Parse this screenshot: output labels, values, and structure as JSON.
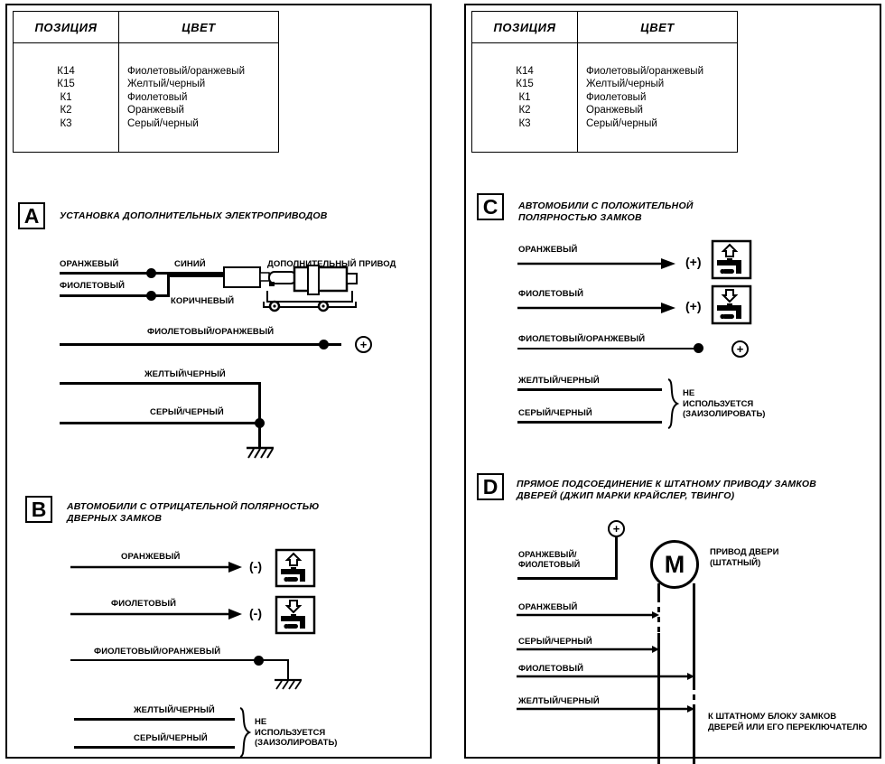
{
  "table": {
    "headers": [
      "ПОЗИЦИЯ",
      "ЦВЕТ"
    ],
    "rows": [
      {
        "position": "К14",
        "color": "Фиолетовый/оранжевый"
      },
      {
        "position": "К15",
        "color": "Желтый/черный"
      },
      {
        "position": "К1",
        "color": "Фиолетовый"
      },
      {
        "position": "К2",
        "color": "Оранжевый"
      },
      {
        "position": "К3",
        "color": "Серый/черный"
      }
    ]
  },
  "sections": {
    "a": {
      "letter": "A",
      "title": "УСТАНОВКА ДОПОЛНИТЕЛЬНЫХ ЭЛЕКТРОПРИВОДОВ",
      "labels": {
        "orange": "ОРАНЖЕВЫЙ",
        "blue": "СИНИЙ",
        "violet": "ФИОЛЕТОВЫЙ",
        "brown": "КОРИЧНЕВЫЙ",
        "actuator": "ДОПОЛНИТЕЛЬНЫЙ  ПРИВОД",
        "violet_orange": "ФИОЛЕТОВЫЙ/ОРАНЖЕВЫЙ",
        "yellow_black": "ЖЕЛТЫЙ\\ЧЕРНЫЙ",
        "gray_black": "СЕРЫЙ/ЧЕРНЫЙ",
        "plus": "+"
      }
    },
    "b": {
      "letter": "B",
      "title": "АВТОМОБИЛИ С ОТРИЦАТЕЛЬНОЙ ПОЛЯРНОСТЬЮ\nДВЕРНЫХ ЗАМКОВ",
      "labels": {
        "orange": "ОРАНЖЕВЫЙ",
        "violet": "ФИОЛЕТОВЫЙ",
        "violet_orange": "ФИОЛЕТОВЫЙ/ОРАНЖЕВЫЙ",
        "yellow_black": "ЖЕЛТЫЙ/ЧЕРНЫЙ",
        "gray_black": "СЕРЫЙ/ЧЕРНЫЙ",
        "polarity_unlock": "(-)",
        "polarity_lock": "(-)",
        "unused_note": "НЕ\nИСПОЛЬЗУЕТСЯ\n(ЗАИЗОЛИРОВАТЬ)"
      }
    },
    "c": {
      "letter": "C",
      "title": "АВТОМОБИЛИ С ПОЛОЖИТЕЛЬНОЙ\nПОЛЯРНОСТЬЮ ЗАМКОВ",
      "labels": {
        "orange": "ОРАНЖЕВЫЙ",
        "violet": "ФИОЛЕТОВЫЙ",
        "violet_orange": "ФИОЛЕТОВЫЙ/ОРАНЖЕВЫЙ",
        "yellow_black": "ЖЕЛТЫЙ/ЧЕРНЫЙ",
        "gray_black": "СЕРЫЙ/ЧЕРНЫЙ",
        "polarity_unlock": "(+)",
        "polarity_lock": "(+)",
        "plus": "+",
        "unused_note": "НЕ\nИСПОЛЬЗУЕТСЯ\n(ЗАИЗОЛИРОВАТЬ)"
      }
    },
    "d": {
      "letter": "D",
      "title": "ПРЯМОЕ ПОДСОЕДИНЕНИЕ К ШТАТНОМУ ПРИВОДУ ЗАМКОВ\nДВЕРЕЙ (ДЖИП МАРКИ КРАЙСЛЕР, ТВИНГО)",
      "labels": {
        "orange_violet": "ОРАНЖЕВЫЙ/\nФИОЛЕТОВЫЙ",
        "orange": "ОРАНЖЕВЫЙ",
        "gray_black": "СЕРЫЙ/ЧЕРНЫЙ",
        "violet": "ФИОЛЕТОВЫЙ",
        "yellow_black": "ЖЕЛТЫЙ/ЧЕРНЫЙ",
        "motor": "M",
        "motor_caption": "ПРИВОД  ДВЕРИ\n(ШТАТНЫЙ)",
        "bottom_caption": "К ШТАТНОМУ БЛОКУ ЗАМКОВ\nДВЕРЕЙ ИЛИ ЕГО ПЕРЕКЛЮЧАТЕЛЮ",
        "plus": "+"
      }
    }
  },
  "colors": {
    "ink": "#000000",
    "paper": "#ffffff"
  }
}
